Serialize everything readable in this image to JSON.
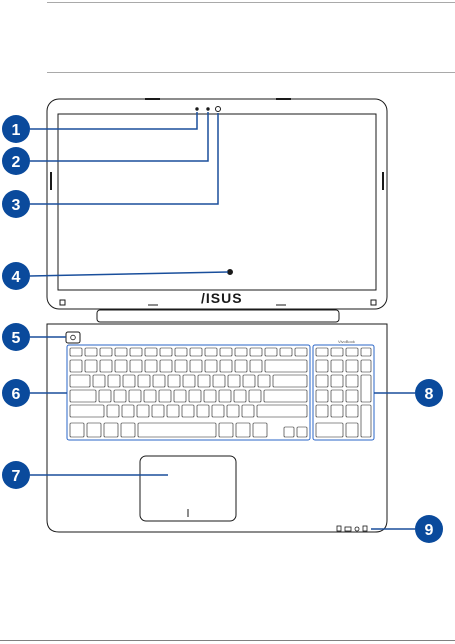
{
  "brand_logo": "/ISUS",
  "model_label": "VivoBook",
  "callouts": [
    "1",
    "2",
    "3",
    "4",
    "5",
    "6",
    "7",
    "8",
    "9"
  ],
  "colors": {
    "badge": "#0a4a9c",
    "leader": "#1a4f9c",
    "outline": "#1a1a1a",
    "highlight": "#2a65c7"
  }
}
